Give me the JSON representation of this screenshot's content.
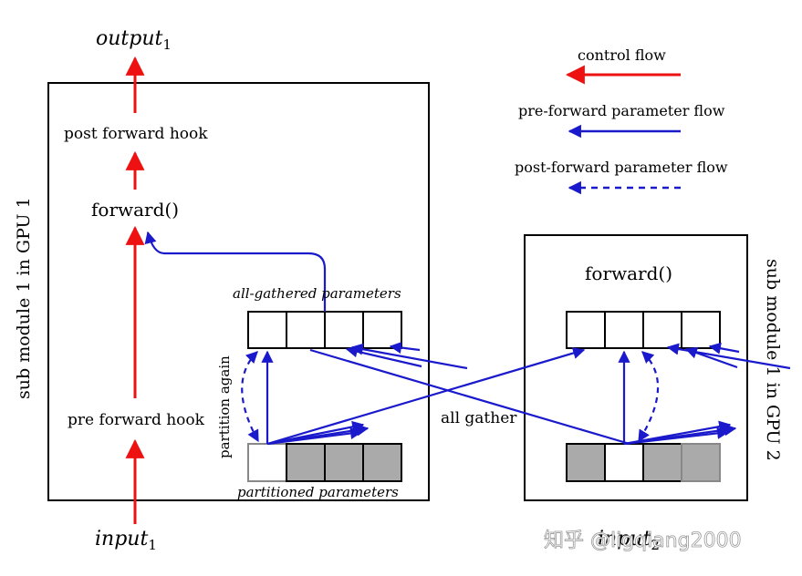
{
  "labels": {
    "output": "output",
    "output_sub": "1",
    "input_left": "input",
    "input_left_sub": "1",
    "input_right": "input",
    "input_right_sub": "2",
    "post_forward_hook": "post forward hook",
    "forward_left": "forward()",
    "pre_forward_hook": "pre forward hook",
    "all_gathered": "all-gathered parameters",
    "partitioned": "partitioned parameters",
    "partition_again": "partition again",
    "all_gather": "all gather",
    "forward_right": "forward()",
    "gpu1_label": "sub module 1 in GPU 1",
    "gpu2_label": "sub module 1 in GPU 2",
    "watermark": "知乎 @ligqiang2000"
  },
  "legend": {
    "control_flow": "control flow",
    "pre_forward_flow": "pre-forward parameter flow",
    "post_forward_flow": "post-forward parameter flow"
  },
  "colors": {
    "control": "#ee1111",
    "param": "#1a1acc",
    "gray_cell": "#aaaaaa",
    "border": "#000000"
  }
}
